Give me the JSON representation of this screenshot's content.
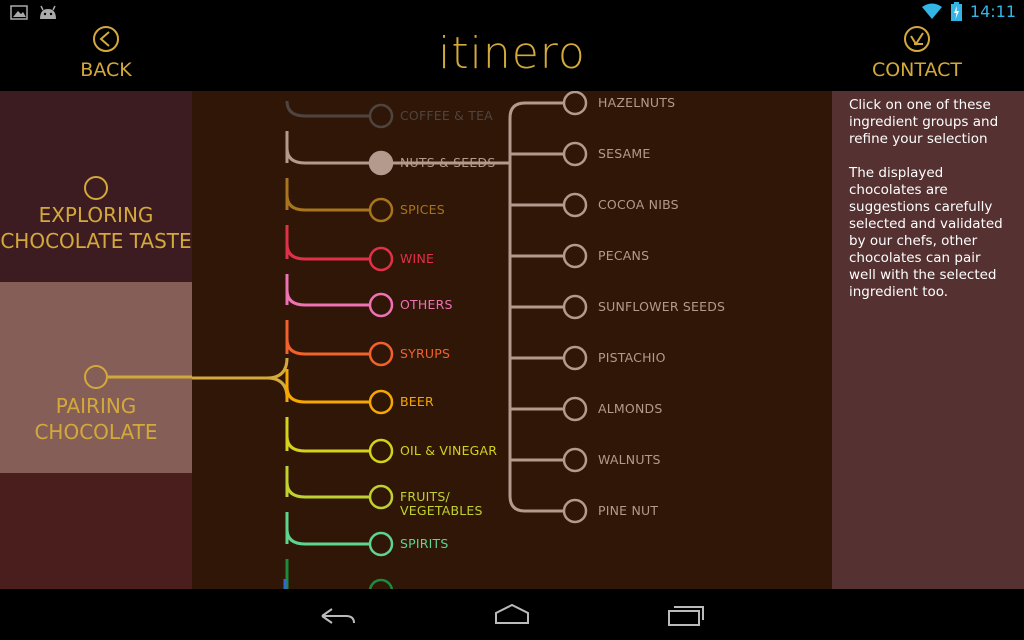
{
  "status_bar": {
    "icons_left": [
      "image-icon",
      "android-icon"
    ],
    "icons_right": [
      "wifi-icon",
      "battery-charging-icon"
    ],
    "time": "14:11"
  },
  "header": {
    "back_label": "BACK",
    "logo_text": "itinero",
    "contact_label": "CONTACT",
    "accent_color": "#d4a93b"
  },
  "left_menu": {
    "exploring_line1": "EXPLORING",
    "exploring_line2": "CHOCOLATE TASTE",
    "pairing_line1": "PAIRING",
    "pairing_line2": "CHOCOLATE"
  },
  "ingredient_groups": [
    {
      "label": "COFFEE & TEA",
      "color": "#4e4540"
    },
    {
      "label": "NUTS & SEEDS",
      "color": "#b49a8c",
      "selected": true
    },
    {
      "label": "SPICES",
      "color": "#a8741c"
    },
    {
      "label": "WINE",
      "color": "#e0304a"
    },
    {
      "label": "OTHERS",
      "color": "#ee72b4"
    },
    {
      "label": "SYRUPS",
      "color": "#f2622b"
    },
    {
      "label": "BEER",
      "color": "#f7a800"
    },
    {
      "label": "OIL & VINEGAR",
      "color": "#d4d21b"
    },
    {
      "label": "FRUITS/",
      "label2": "VEGETABLES",
      "color": "#bfd230"
    },
    {
      "label": "SPIRITS",
      "color": "#5fd48e"
    }
  ],
  "nuts_items": [
    "HAZELNUTS",
    "SESAME",
    "COCOA NIBS",
    "PECANS",
    "SUNFLOWER SEEDS",
    "PISTACHIO",
    "ALMONDS",
    "WALNUTS",
    "PINE NUT"
  ],
  "sub_color": "#b49a8c",
  "info": {
    "para1": "Click on one of these ingredient groups and refine your selection",
    "para2": "The displayed chocolates are suggestions carefully selected and validated by our chefs, other chocolates can pair well with the selected ingredient too."
  },
  "navbar": {
    "icons": [
      "back-nav-icon",
      "home-nav-icon",
      "recents-nav-icon"
    ]
  }
}
